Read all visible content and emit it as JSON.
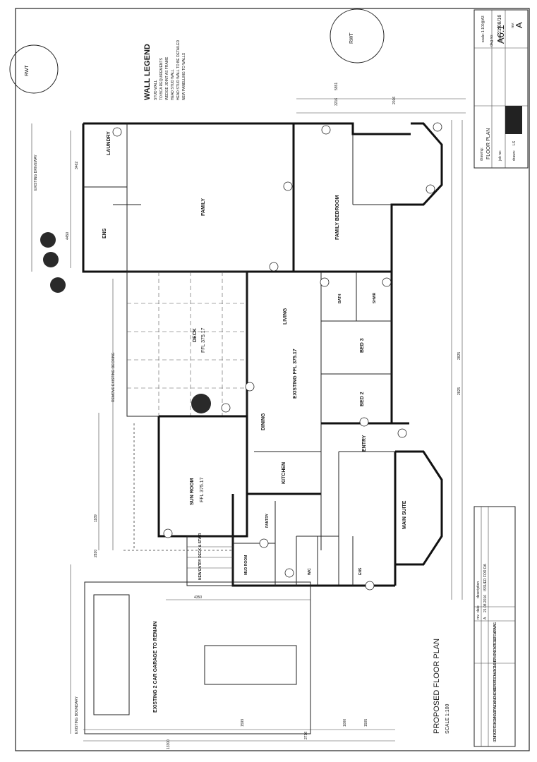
{
  "title_block": {
    "date_label": "date:",
    "date": "21/08/16",
    "scale_label": "scale:",
    "scale": "1:100@A3",
    "dwg_no_label": "dwg no:",
    "dwg_no": "A6.1",
    "rev_label": "rev:",
    "rev": "A",
    "drawing_label": "drawing:",
    "drawing": "FLOOR PLAN",
    "job_label": "job no:",
    "drawn_label": "drawn:",
    "drawn": "LS"
  },
  "legend": {
    "title": "WALL LEGEND",
    "items": [
      "STUD WALL",
      "TO BCA REQUIREMENTS",
      "WEDGE JOINT AS FRAME",
      "HEAD STUD WALL",
      "HEAD STUD WALL TO BE DETAILED",
      "NEW PANELLING TO WALLS"
    ]
  },
  "tanks": {
    "left": "RWT",
    "right": "RWT"
  },
  "rooms": {
    "laundry": "LAUNDRY",
    "ensuite": "ENS",
    "family": "FAMILY",
    "family_bedroom": "FAMILY BEDROOM",
    "deck": "DECK",
    "deck_rl": "FFL 375.17",
    "living": "LIVING",
    "existing_ffl": "EXISTING FFL 375.17",
    "bath": "BATH",
    "shwr": "SHWR",
    "bed3": "BED 3",
    "bed2": "BED 2",
    "dining": "DINING",
    "entry": "ENTRY",
    "sunroom": "SUN ROOM",
    "sunroom_ffl": "FFL 375.17",
    "kitchen": "KITCHEN",
    "main_suite": "MAIN SUITE",
    "pantry": "PANTRY",
    "mud_room": "MUD ROOM",
    "new_entry": "NEW ENTRY DECK & STAIR",
    "wic": "WIC",
    "ens2": "ENS",
    "garage": "EXISTING 2 CAR GARAGE TO REMAIN"
  },
  "notes": {
    "remove_decking": "REMOVE EXISTING DECKING",
    "existing_driveway": "EXISTING DRIVEWAY",
    "existing_boundary": "EXISTING BOUNDARY",
    "plan_title": "PROPOSED FLOOR PLAN",
    "plan_scale": "SCALE 1:100"
  },
  "dimensions": {
    "d1": "5551",
    "d2": "3216",
    "d3": "2016",
    "d4": "3462",
    "d5": "4450",
    "d6": "2825",
    "d7": "2825",
    "d8": "1189",
    "d9": "2820",
    "d10": "4350",
    "d11": "2716",
    "d12": "1599",
    "d13": "1505",
    "d14": "1000",
    "d15": "13300"
  },
  "revisions": {
    "headers": [
      "rev",
      "date",
      "description"
    ],
    "rows": [
      [
        "A",
        "21.08.2016",
        "ISSUED FOR DA"
      ]
    ]
  },
  "disclaimer": "CONTRACTOR TO CHECK AND VERIFY ALL DIMENSIONS ON SITE PRIOR TO COMMENCEMENT OF WORK. DO NOT SCALE FROM DRAWING."
}
